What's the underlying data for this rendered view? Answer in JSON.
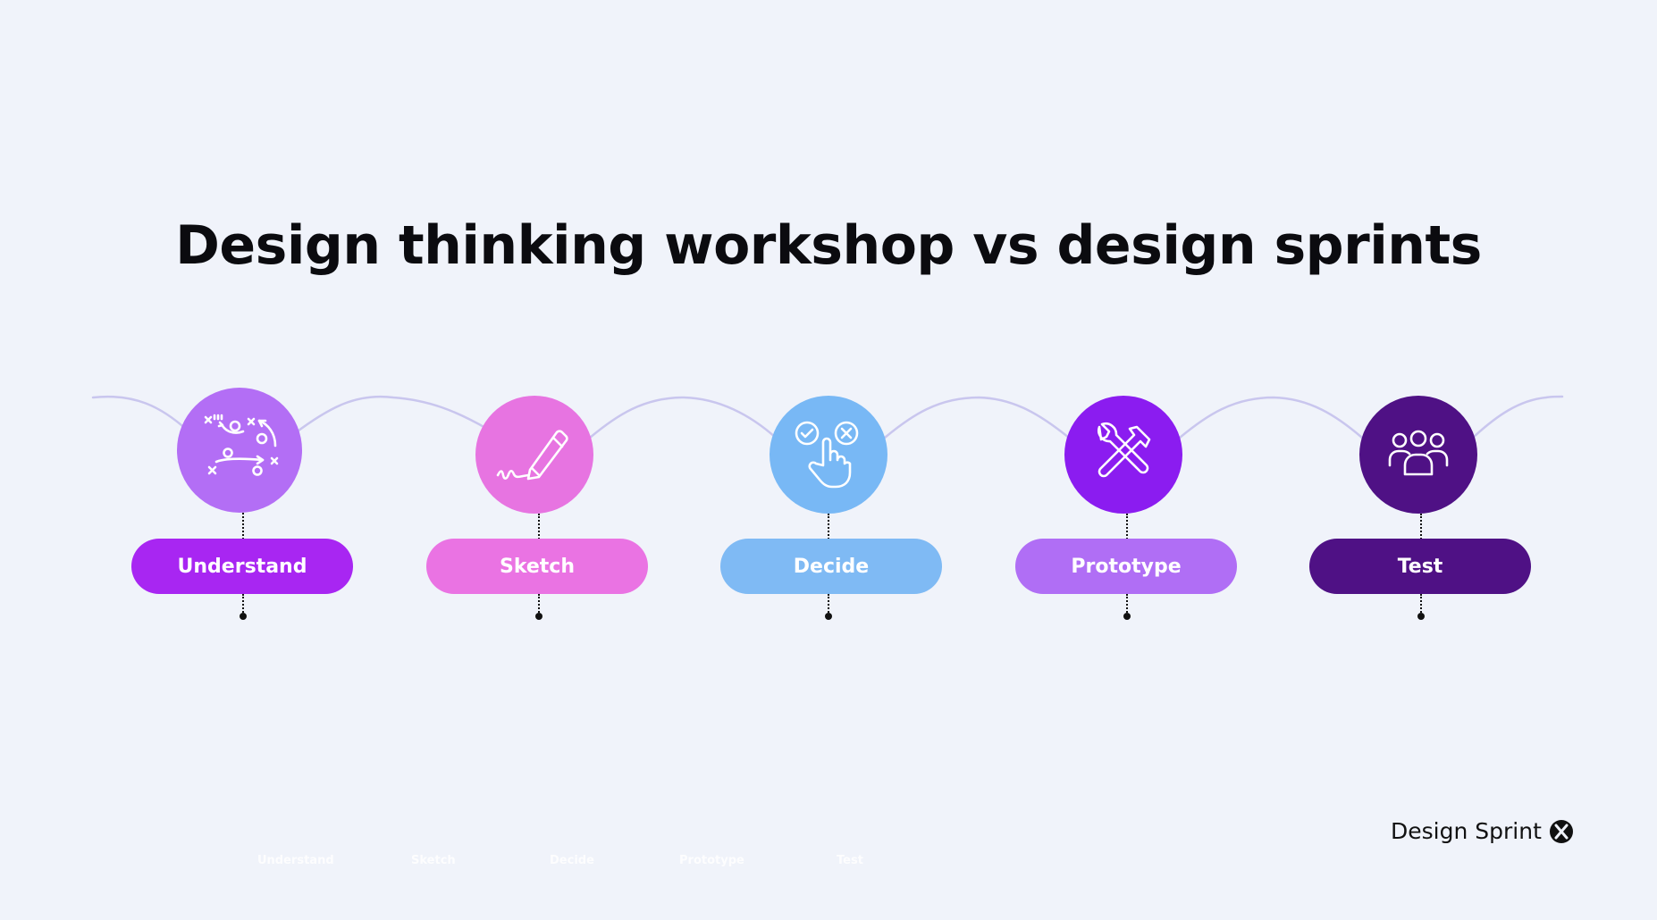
{
  "title": "Design thinking workshop vs design sprints",
  "steps": [
    {
      "label": "Understand",
      "icon": "strategy-play-icon",
      "circle_color": "#b36ef5",
      "pill_color": "#a826f2"
    },
    {
      "label": "Sketch",
      "icon": "pencil-icon",
      "circle_color": "#e774e1",
      "pill_color": "#ea73e3"
    },
    {
      "label": "Decide",
      "icon": "vote-hand-icon",
      "circle_color": "#78b8f5",
      "pill_color": "#7fbaf4"
    },
    {
      "label": "Prototype",
      "icon": "tools-icon",
      "circle_color": "#8b1cf0",
      "pill_color": "#b06ef5"
    },
    {
      "label": "Test",
      "icon": "users-group-icon",
      "circle_color": "#4f1185",
      "pill_color": "#4f1185"
    }
  ],
  "ghost_labels": [
    "Understand",
    "Sketch",
    "Decide",
    "Prototype",
    "Test"
  ],
  "brand": {
    "text": "Design Sprint",
    "logo": "design-sprint-x-logo"
  },
  "colors": {
    "background": "#f0f3fa",
    "wave": "#c9c6ee"
  }
}
